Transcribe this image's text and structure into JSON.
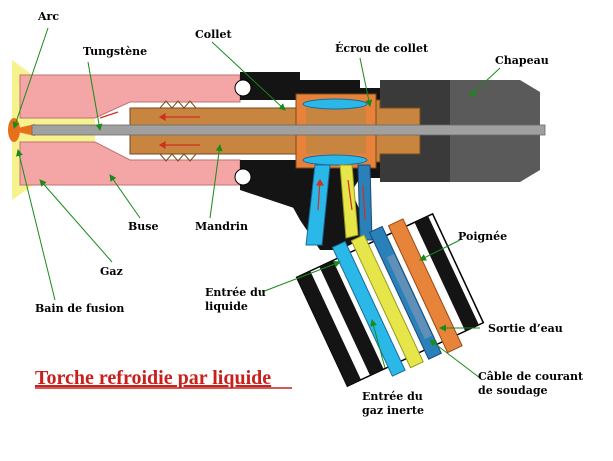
{
  "title": "Torche refroidie par liquide",
  "labels": {
    "arc": "Arc",
    "tungstene": "Tungstène",
    "collet": "Collet",
    "ecrou": "Écrou de collet",
    "chapeau": "Chapeau",
    "buse": "Buse",
    "mandrin": "Mandrin",
    "gaz": "Gaz",
    "bain_line1": "Bain de fusion",
    "poignee": "Poignée",
    "entree_liquide_1": "Entrée du",
    "entree_liquide_2": "liquide",
    "sortie_eau": "Sortie d’eau",
    "cable_1": "Câble de courant",
    "cable_2": "de soudage",
    "entree_gaz_1": "Entrée du",
    "entree_gaz_2": "gaz inerte"
  },
  "colors": {
    "buse": "#f4a6a6",
    "tungsten": "#a0a0a0",
    "collet": "#c88540",
    "ecrou": "#e8823a",
    "body": "#141414",
    "chapeau": "#5a5a5a",
    "water_in": "#2ab8e8",
    "water_out": "#2a80b8",
    "gas": "#e6e64a",
    "cable": "#e8843a",
    "title": "#c8201c",
    "leader": "#1a8a1a"
  }
}
